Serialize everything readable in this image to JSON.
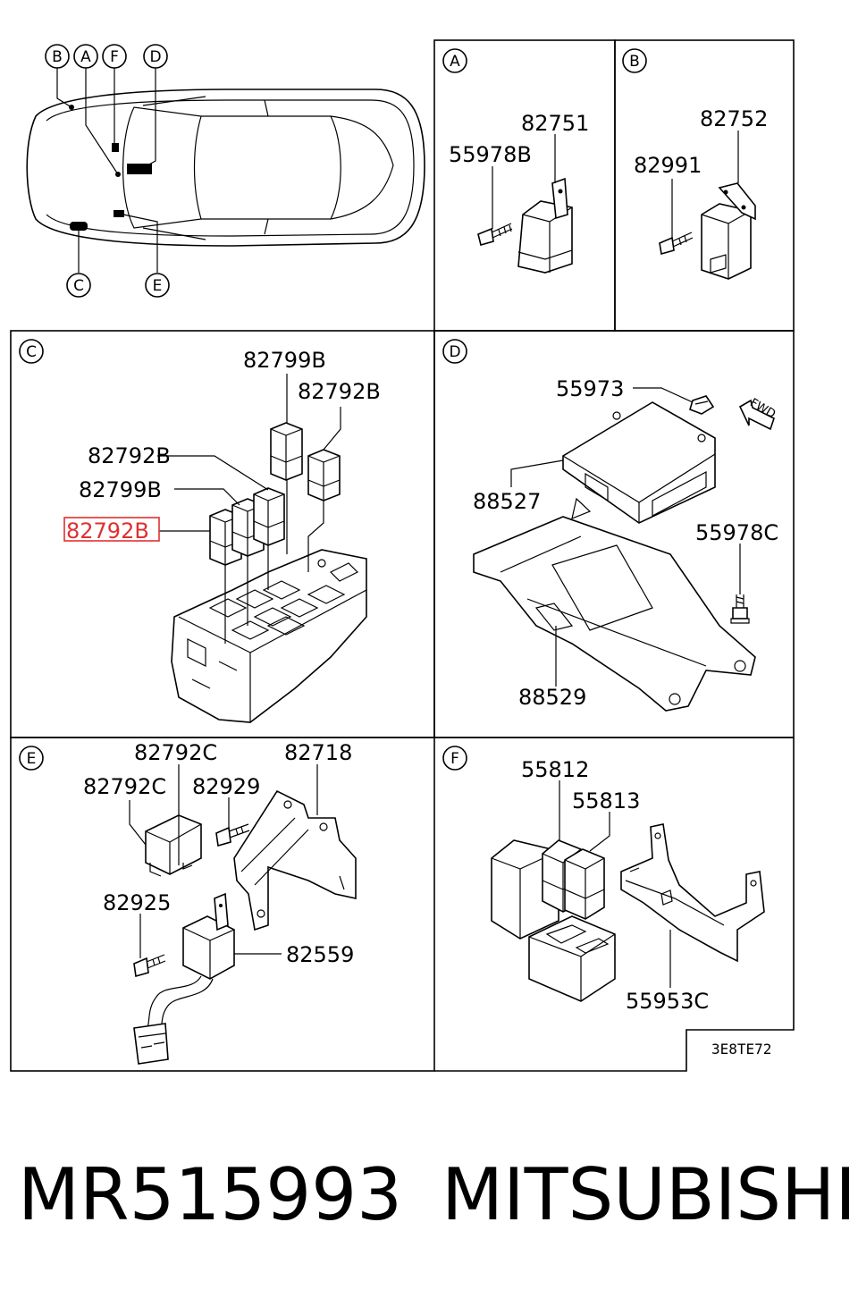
{
  "drawing_code": "3E8TE72",
  "footer": {
    "part_number": "MR515993",
    "brand": "MITSUBISHI"
  },
  "overview": {
    "callouts": [
      "B",
      "A",
      "F",
      "D",
      "C",
      "E"
    ]
  },
  "panels": {
    "A": {
      "letter": "A",
      "parts": [
        "82751",
        "55978B"
      ]
    },
    "B": {
      "letter": "B",
      "parts": [
        "82752",
        "82991"
      ]
    },
    "C": {
      "letter": "C",
      "parts": [
        "82799B",
        "82792B",
        "82792B",
        "82799B",
        "82792B"
      ],
      "highlighted_part": "82792B",
      "highlight_color": "#e03030"
    },
    "D": {
      "letter": "D",
      "parts": [
        "55973",
        "88527",
        "55978C",
        "88529"
      ],
      "fwd_label": "FWD"
    },
    "E": {
      "letter": "E",
      "parts": [
        "82792C",
        "82792C",
        "82929",
        "82718",
        "82925",
        "82559"
      ]
    },
    "F": {
      "letter": "F",
      "parts": [
        "55812",
        "55813",
        "55953C"
      ]
    }
  }
}
